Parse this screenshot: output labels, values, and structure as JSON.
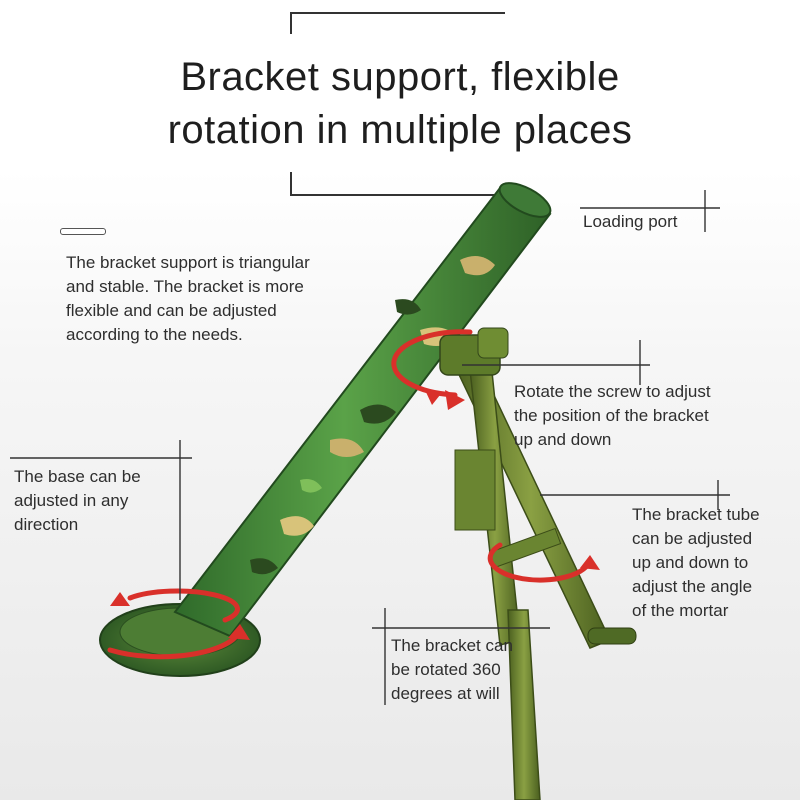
{
  "title": {
    "line1": "Bracket support, flexible",
    "line2": "rotation in multiple places"
  },
  "callouts": {
    "loading_port": "Loading port",
    "triangular": [
      "The bracket support is triangular",
      "and stable. The bracket is more",
      "flexible and can be adjusted",
      "according to the needs."
    ],
    "screw": [
      "Rotate the screw to adjust",
      "the position of the bracket",
      "up and down"
    ],
    "base": [
      "The base can be",
      "adjusted in any",
      "direction"
    ],
    "tube": [
      "The bracket tube",
      "can be adjusted",
      "up and down to",
      "adjust the angle",
      "of the mortar"
    ],
    "rotate360": [
      "The bracket can",
      "be rotated 360",
      "degrees at will"
    ]
  },
  "colors": {
    "camo_green": "#3f8a3a",
    "olive": "#5f7a2c",
    "arrow_red": "#d9302a",
    "text": "#2e2e2e"
  }
}
